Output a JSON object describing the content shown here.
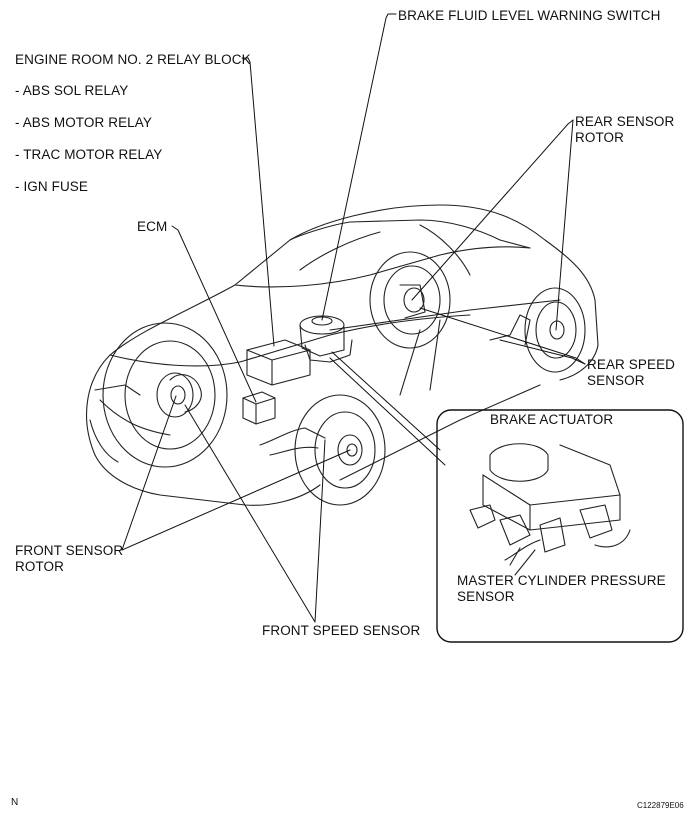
{
  "labels": {
    "relay_block": "ENGINE ROOM NO. 2 RELAY BLOCK",
    "relays": [
      "- ABS SOL RELAY",
      "- ABS MOTOR RELAY",
      "- TRAC MOTOR RELAY",
      "- IGN FUSE"
    ],
    "brake_fluid_switch": "BRAKE FLUID LEVEL WARNING SWITCH",
    "rear_sensor_rotor": [
      "REAR SENSOR",
      "ROTOR"
    ],
    "ecm": "ECM",
    "rear_speed_sensor": [
      "REAR SPEED",
      "SENSOR"
    ],
    "brake_actuator": "BRAKE ACTUATOR",
    "front_sensor_rotor": [
      "FRONT SENSOR",
      "ROTOR"
    ],
    "master_cylinder_sensor": [
      "MASTER CYLINDER PRESSURE",
      "SENSOR"
    ],
    "front_speed_sensor": "FRONT SPEED SENSOR"
  },
  "footer": {
    "orientation": "N",
    "figure_id": "C122879E06"
  },
  "colors": {
    "ink": "#111111",
    "background": "#ffffff"
  }
}
